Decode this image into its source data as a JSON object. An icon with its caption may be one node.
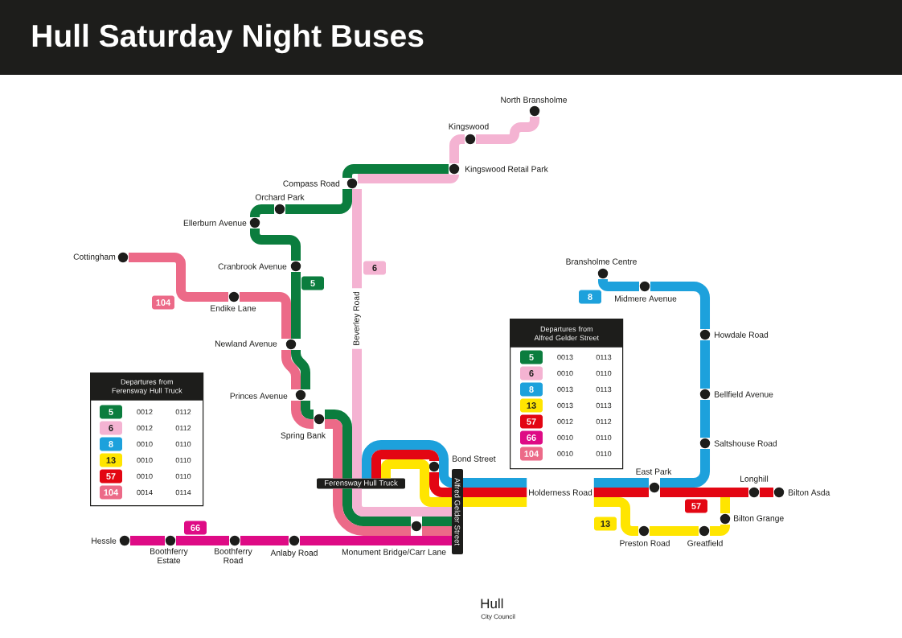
{
  "diagram": {
    "title": "Hull Saturday Night Buses",
    "nodes": [
      {
        "text": [
          "North Bransholme"
        ]
      },
      {
        "text": [
          "Kingswood"
        ]
      },
      {
        "text": [
          "Kingswood Retail Park"
        ]
      },
      {
        "text": [
          "Compass Road"
        ]
      },
      {
        "text": [
          "Orchard Park"
        ]
      },
      {
        "text": [
          "Ellerburn Avenue"
        ]
      },
      {
        "text": [
          "Cottingham"
        ]
      },
      {
        "text": [
          "Cranbrook Avenue"
        ]
      },
      {
        "text": [
          "6"
        ]
      },
      {
        "text": [
          "Bransholme Centre"
        ]
      },
      {
        "text": [
          "5"
        ]
      },
      {
        "text": [
          "Midmere Avenue"
        ]
      },
      {
        "text": [
          "8"
        ]
      },
      {
        "text": [
          "Endike Lane"
        ]
      },
      {
        "text": [
          "104"
        ]
      },
      {
        "text": [
          "Beverley Road"
        ]
      },
      {
        "text": [
          "Departures from Alfred Gelder Street",
          "0013",
          "0113",
          "0010",
          "0110",
          "0013",
          "0113",
          "0013",
          "0113",
          "0012",
          "0112",
          "0010",
          "0110",
          "0010",
          "0110"
        ]
      },
      {
        "text": [
          "5"
        ],
        "in": 16
      },
      {
        "text": [
          "6"
        ],
        "in": 16
      },
      {
        "text": [
          "8"
        ],
        "in": 16
      },
      {
        "text": [
          "13"
        ],
        "in": 16
      },
      {
        "text": [
          "57"
        ],
        "in": 16
      },
      {
        "text": [
          "66"
        ],
        "in": 16
      },
      {
        "text": [
          "104"
        ],
        "in": 16
      },
      {
        "text": [
          "Howdale Road"
        ]
      },
      {
        "text": [
          "Newland Avenue"
        ]
      },
      {
        "text": [
          "Departures from Ferensway Hull Truck",
          "0012",
          "0112",
          "0012",
          "0112",
          "0010",
          "0110",
          "0010",
          "0110",
          "0010",
          "0110",
          "0014",
          "0114"
        ]
      },
      {
        "text": [
          "5"
        ],
        "in": 26
      },
      {
        "text": [
          "6"
        ],
        "in": 26
      },
      {
        "text": [
          "8"
        ],
        "in": 26
      },
      {
        "text": [
          "13"
        ],
        "in": 26
      },
      {
        "text": [
          "57"
        ],
        "in": 26
      },
      {
        "text": [
          "104"
        ],
        "in": 26
      },
      {
        "text": [
          "Bellfield Avenue"
        ]
      },
      {
        "text": [
          "Princes Avenue"
        ]
      },
      {
        "text": [
          "Spring Bank"
        ]
      },
      {
        "text": [
          "Saltshouse Road"
        ]
      },
      {
        "text": [
          "Bond Street"
        ]
      },
      {
        "text": [
          "East Park"
        ]
      },
      {
        "text": [
          "Longhill"
        ]
      },
      {
        "text": [
          "Bilton Asda"
        ]
      },
      {
        "text": [
          "Ferensway Hull Truck"
        ]
      },
      {
        "text": [
          "Holderness Road"
        ]
      },
      {
        "text": [
          "Alfred Gelder Street"
        ]
      },
      {
        "text": [
          "57"
        ]
      },
      {
        "text": [
          "Bilton Grange"
        ]
      },
      {
        "text": [
          "13"
        ]
      },
      {
        "text": [
          "66"
        ]
      },
      {
        "text": [
          "Monument Bridge/Carr Lane"
        ]
      },
      {
        "text": [
          "Hessle"
        ]
      },
      {
        "text": [
          "Boothferry Estate"
        ]
      },
      {
        "text": [
          "Boothferry Road"
        ]
      },
      {
        "text": [
          "Anlaby Road"
        ]
      },
      {
        "text": [
          "Preston Road"
        ]
      },
      {
        "text": [
          "Greatfield"
        ]
      }
    ],
    "edges": [
      {
        "from": 2,
        "to": 3,
        "arrow": "none"
      },
      {
        "from": 3,
        "to": 4,
        "arrow": "none"
      },
      {
        "from": 4,
        "to": 5,
        "arrow": "none"
      },
      {
        "from": 5,
        "to": 7,
        "arrow": "none"
      },
      {
        "from": 7,
        "to": 25,
        "arrow": "none"
      },
      {
        "from": 25,
        "to": 34,
        "arrow": "none"
      },
      {
        "from": 34,
        "to": 35,
        "arrow": "none"
      },
      {
        "from": 35,
        "to": 41,
        "arrow": "none"
      },
      {
        "from": 41,
        "to": 48,
        "arrow": "none"
      },
      {
        "from": 48,
        "to": 43,
        "arrow": "none"
      },
      {
        "from": 0,
        "to": 1,
        "arrow": "none",
        "color": "#f4b3d2"
      },
      {
        "from": 1,
        "to": 2,
        "arrow": "none",
        "color": "#f4b3d2"
      },
      {
        "from": 2,
        "to": 3,
        "arrow": "none",
        "color": "#f4b3d2"
      },
      {
        "from": 3,
        "to": 15,
        "arrow": "none",
        "color": "#f4b3d2"
      },
      {
        "from": 15,
        "to": 41,
        "arrow": "none",
        "color": "#f4b3d2"
      },
      {
        "from": 41,
        "to": 43,
        "arrow": "none",
        "color": "#f4b3d2"
      },
      {
        "from": 6,
        "to": 13,
        "arrow": "none",
        "color": "#ec6a88"
      },
      {
        "from": 13,
        "to": 25,
        "arrow": "none",
        "color": "#ec6a88"
      },
      {
        "from": 25,
        "to": 34,
        "arrow": "none",
        "color": "#ec6a88"
      },
      {
        "from": 34,
        "to": 35,
        "arrow": "none",
        "color": "#ec6a88"
      },
      {
        "from": 35,
        "to": 41,
        "arrow": "none",
        "color": "#ec6a88"
      },
      {
        "from": 41,
        "to": 48,
        "arrow": "none",
        "color": "#ec6a88"
      },
      {
        "from": 48,
        "to": 43,
        "arrow": "none",
        "color": "#ec6a88"
      },
      {
        "from": 49,
        "to": 50,
        "arrow": "none",
        "color": "#de0b85"
      },
      {
        "from": 50,
        "to": 51,
        "arrow": "none",
        "color": "#de0b85"
      },
      {
        "from": 51,
        "to": 52,
        "arrow": "none",
        "color": "#de0b85"
      },
      {
        "from": 52,
        "to": 43,
        "arrow": "none",
        "color": "#de0b85"
      },
      {
        "from": 9,
        "to": 11,
        "arrow": "none",
        "color": "#1da1dc"
      },
      {
        "from": 11,
        "to": 24,
        "arrow": "none",
        "color": "#1da1dc"
      },
      {
        "from": 24,
        "to": 33,
        "arrow": "none",
        "color": "#1da1dc"
      },
      {
        "from": 33,
        "to": 36,
        "arrow": "none",
        "color": "#1da1dc"
      },
      {
        "from": 36,
        "to": 38,
        "arrow": "none",
        "color": "#1da1dc"
      },
      {
        "from": 38,
        "to": 42,
        "arrow": "none",
        "color": "#1da1dc"
      },
      {
        "from": 42,
        "to": 43,
        "arrow": "none",
        "color": "#1da1dc"
      },
      {
        "from": 43,
        "to": 41,
        "arrow": "none",
        "color": "#1da1dc"
      },
      {
        "from": 40,
        "to": 39,
        "arrow": "none",
        "color": "#e30613"
      },
      {
        "from": 39,
        "to": 38,
        "arrow": "none",
        "color": "#e30613"
      },
      {
        "from": 38,
        "to": 42,
        "arrow": "none",
        "color": "#e30613"
      },
      {
        "from": 42,
        "to": 43,
        "arrow": "none",
        "color": "#e30613"
      },
      {
        "from": 43,
        "to": 37,
        "arrow": "none",
        "color": "#e30613"
      },
      {
        "from": 37,
        "to": 41,
        "arrow": "none",
        "color": "#e30613"
      },
      {
        "from": 45,
        "to": 54,
        "arrow": "none",
        "color": "#ffe500"
      },
      {
        "from": 54,
        "to": 53,
        "arrow": "none",
        "color": "#ffe500"
      },
      {
        "from": 53,
        "to": 42,
        "arrow": "none",
        "color": "#ffe500"
      },
      {
        "from": 42,
        "to": 43,
        "arrow": "none",
        "color": "#ffe500"
      },
      {
        "from": 43,
        "to": 41,
        "arrow": "none",
        "color": "#ffe500"
      },
      {
        "from": 45,
        "to": null,
        "arrow": "none",
        "color": "#ffe500"
      }
    ],
    "labels": [
      "Hull",
      "City Council"
    ]
  }
}
